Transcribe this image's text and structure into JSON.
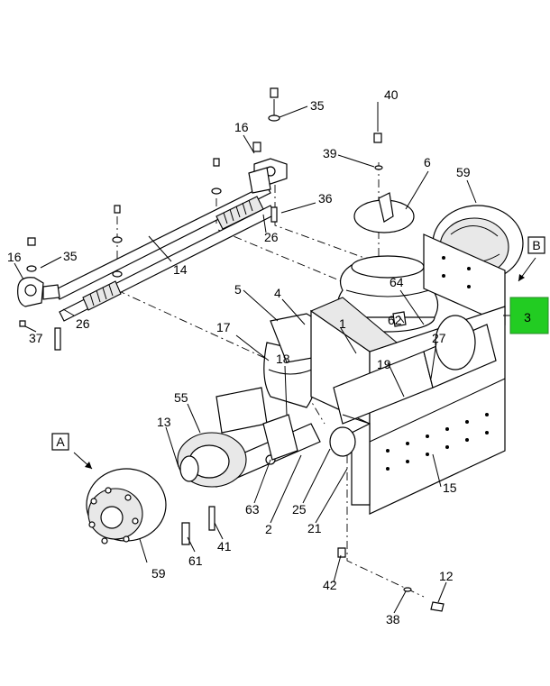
{
  "highlight_color": "#22cc22",
  "view_labels": {
    "a": "A",
    "b": "B"
  },
  "highlighted_callout": "3",
  "callouts": {
    "c1": "1",
    "c2": "2",
    "c4": "4",
    "c5": "5",
    "c6": "6",
    "c12": "12",
    "c13": "13",
    "c14": "14",
    "c15": "15",
    "c16a": "16",
    "c16b": "16",
    "c17": "17",
    "c18": "18",
    "c19": "19",
    "c21": "21",
    "c25": "25",
    "c26a": "26",
    "c26b": "26",
    "c27": "27",
    "c35a": "35",
    "c35b": "35",
    "c36": "36",
    "c37": "37",
    "c38": "38",
    "c39": "39",
    "c40": "40",
    "c41": "41",
    "c42": "42",
    "c55": "55",
    "c59a": "59",
    "c59b": "59",
    "c61": "61",
    "c62": "62",
    "c63": "63",
    "c64": "64"
  }
}
